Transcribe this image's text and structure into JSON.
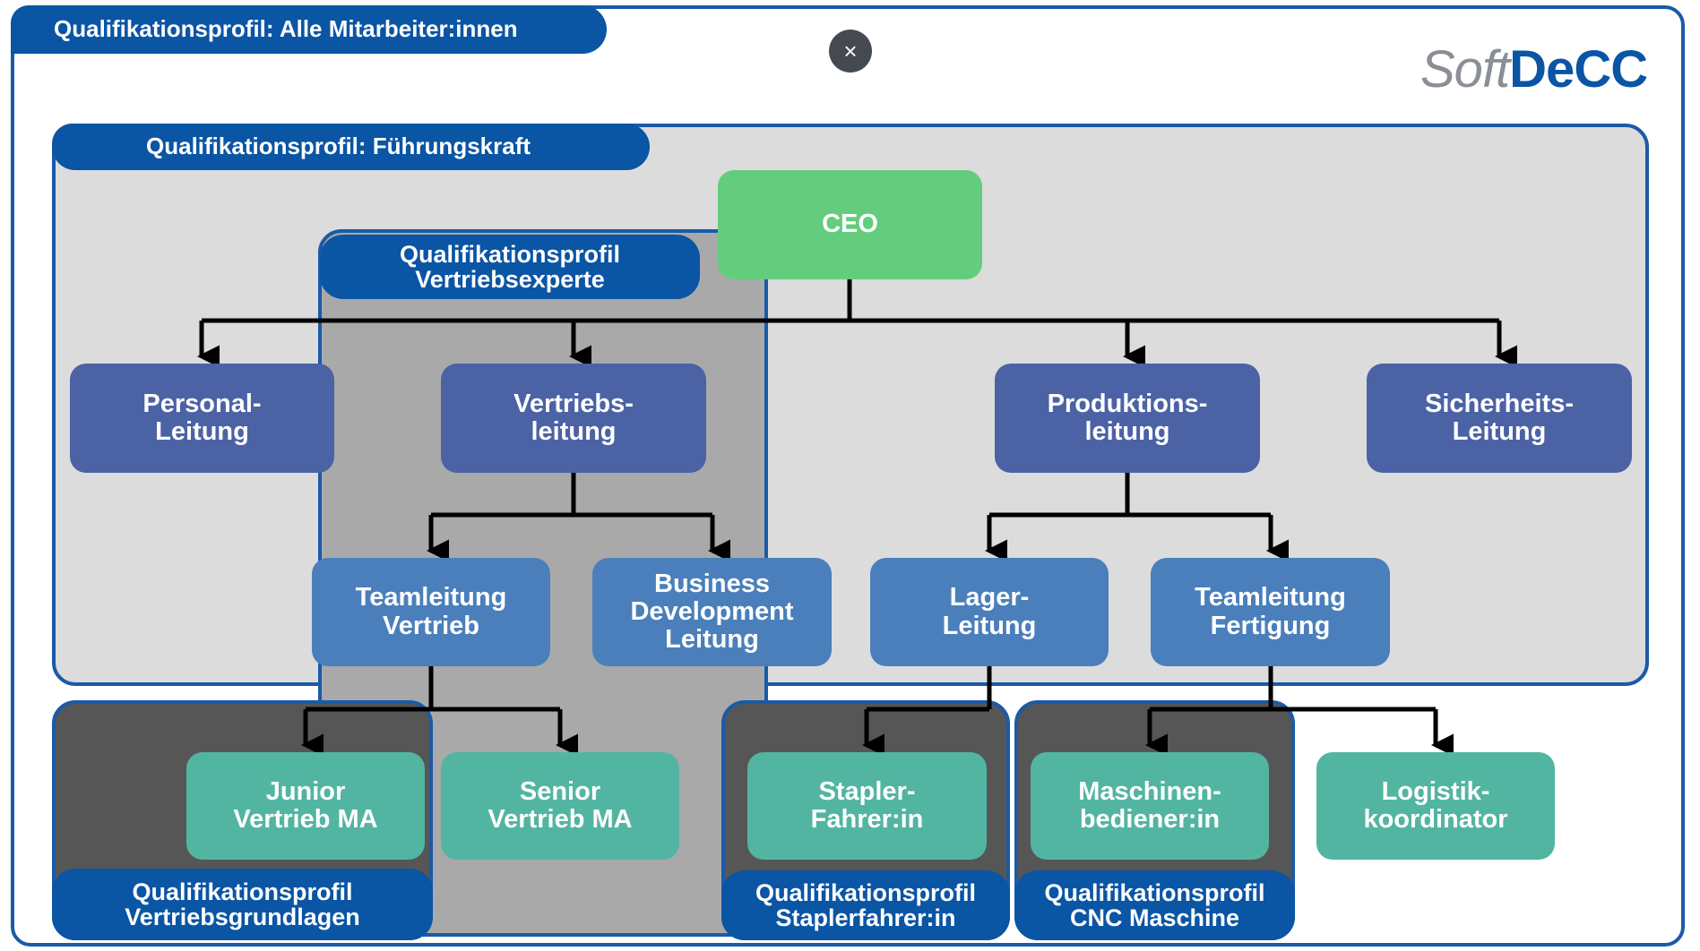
{
  "frame_title": "Qualifikationsprofil: Alle Mitarbeiter:innen",
  "logo": {
    "part1": "Soft",
    "part2": "DeCC"
  },
  "close_label": "×",
  "profiles": {
    "fuehrungskraft": "Qualifikationsprofil: Führungskraft",
    "vertriebsexperte": {
      "line1": "Qualifikationsprofil",
      "line2": "Vertriebsexperte"
    },
    "vertriebsgrundlagen": {
      "line1": "Qualifikationsprofil",
      "line2": "Vertriebsgrundlagen"
    },
    "staplerfahrer": {
      "line1": "Qualifikationsprofil",
      "line2": "Staplerfahrer:in"
    },
    "cnc": {
      "line1": "Qualifikationsprofil",
      "line2": "CNC Maschine"
    }
  },
  "nodes": {
    "ceo": [
      "CEO"
    ],
    "personal": [
      "Personal-",
      "Leitung"
    ],
    "vertrieb": [
      "Vertriebs-",
      "leitung"
    ],
    "produktion": [
      "Produktions-",
      "leitung"
    ],
    "sicherheit": [
      "Sicherheits-",
      "Leitung"
    ],
    "teamleitung_vertrieb": [
      "Teamleitung",
      "Vertrieb"
    ],
    "business_dev": [
      "Business",
      "Development",
      "Leitung"
    ],
    "lager": [
      "Lager-",
      "Leitung"
    ],
    "teamleitung_fertigung": [
      "Teamleitung",
      "Fertigung"
    ],
    "junior": [
      "Junior",
      "Vertrieb MA"
    ],
    "senior": [
      "Senior",
      "Vertrieb MA"
    ],
    "stapler": [
      "Stapler-",
      "Fahrer:in"
    ],
    "maschinen": [
      "Maschinen-",
      "bediener:in"
    ],
    "logistik": [
      "Logistik-",
      "koordinator"
    ]
  },
  "colors": {
    "frame_border": "#1a5aa8",
    "tab": "#0a55a4",
    "region_light": "#dcdcdc",
    "region_mid": "#a9a9a9",
    "region_dark": "#565656",
    "level1": "#4b62a5",
    "level2": "#4a7fbb",
    "level3": "#52b5a1",
    "ceo": "#63cd7d"
  }
}
